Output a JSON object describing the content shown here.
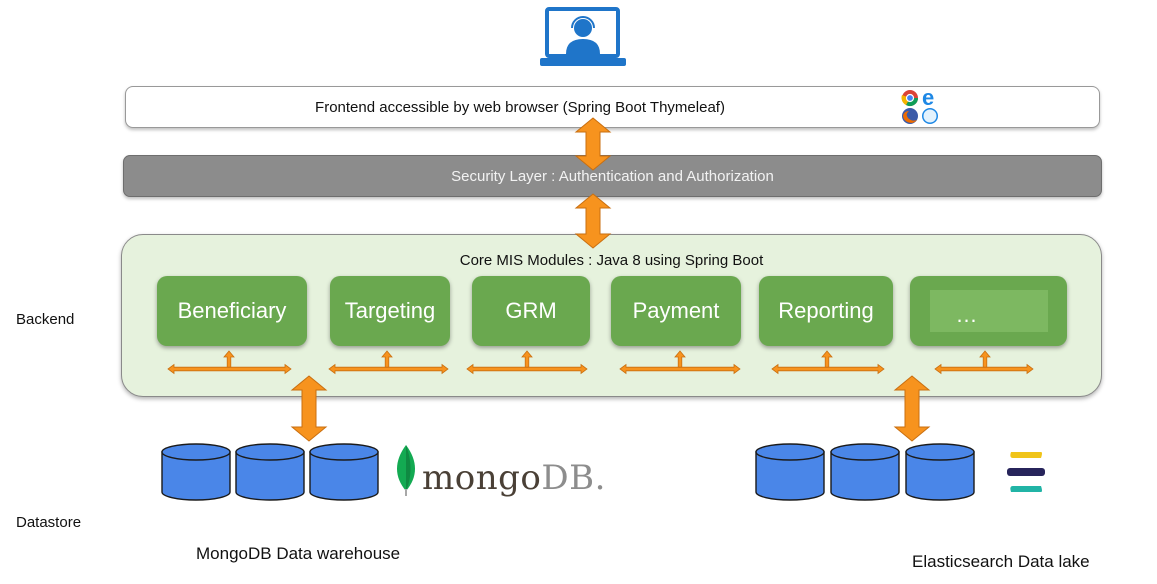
{
  "frontend": {
    "label": "Frontend accessible by web browser (Spring Boot Thymeleaf)",
    "user_icon": "user-headset-laptop-icon",
    "browser_icons": [
      "chrome-icon",
      "ie-icon",
      "firefox-icon",
      "safari-icon"
    ]
  },
  "security": {
    "label": "Security Layer : Authentication and Authorization"
  },
  "backend": {
    "side_label": "Backend",
    "title": "Core MIS Modules : Java 8 using Spring Boot",
    "modules": [
      "Beneficiary",
      "Targeting",
      "GRM",
      "Payment",
      "Reporting",
      "…"
    ]
  },
  "datastore": {
    "side_label": "Datastore",
    "mongodb": {
      "caption": "MongoDB Data warehouse",
      "logo_text_mongo": "mongo",
      "logo_text_db": "DB",
      "logo_suffix": "."
    },
    "elasticsearch": {
      "caption": "Elasticsearch Data lake",
      "logo_icon": "elasticsearch-logo-icon"
    }
  },
  "colors": {
    "arrow": "#f7931e",
    "arrow_stroke": "#c96f10",
    "module_green": "#6aa84f",
    "core_bg": "#e6f2dd",
    "security_gray": "#8c8c8c",
    "cylinder_blue": "#4a86e8",
    "user_icon_blue": "#1f75c9"
  }
}
